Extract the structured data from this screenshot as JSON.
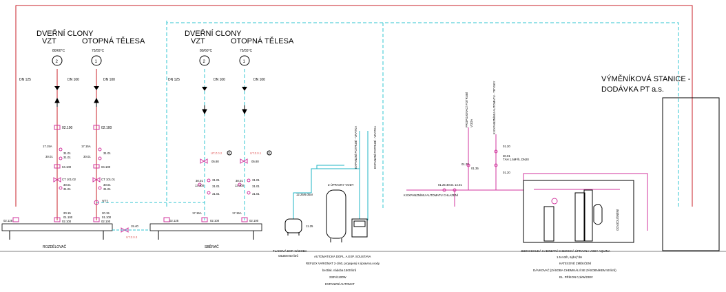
{
  "colors": {
    "supply_red": "#c8202a",
    "return_cyan": "#2fc4d2",
    "supply_cyan": "#1fb6c6",
    "valve_pink": "#d0339c",
    "equipment": "#000000"
  },
  "left_group": {
    "label_curtains": "DVEŘNÍ CLONY",
    "label_vzt": "VZT",
    "label_radiators": "OTOPNÁ TĚLESA",
    "temp_a": "80/60°C",
    "temp_b": "75/55°C",
    "circuit_a": "2",
    "circuit_b": "1",
    "dn_main": "DN 125",
    "dn_a": "DN 100",
    "dn_b": "DN 100",
    "pump_a": "02.100",
    "pump_b": "02.100",
    "tag_a1": "17.15A",
    "tag_a2": "30.01",
    "tag_a3": "31.01",
    "tag_a4": "31.01",
    "tag_a5": "04.100",
    "tag_a6": "CT 101.02",
    "tag_a7": "30.01",
    "tag_a8": "31.01",
    "tag_b1": "17.15A",
    "tag_b2": "30.01",
    "tag_b3": "31.01",
    "tag_b4": "04.100",
    "tag_b5": "CT 101.01",
    "tag_b6": "30.01",
    "tag_b7": "31.01",
    "vt1": "VT1",
    "bot_a1": "20.15",
    "bot_a2": "01.100",
    "bot_a3": "02.100",
    "bot_b1": "20.15",
    "bot_b2": "01.100",
    "bot_b3": "02.100",
    "dist_tag": "02.125",
    "distributor": "ROZDĚLOVAČ"
  },
  "right_group": {
    "label_curtains": "DVEŘNÍ CLONY",
    "label_vzt": "VZT",
    "label_radiators": "OTOPNÁ TĚLESA",
    "temp_a": "80/60°C",
    "temp_b": "75/55°C",
    "circuit_a": "2",
    "circuit_b": "1",
    "dn_main": "DN 125",
    "dn_a": "DN 100",
    "dn_b": "DN 100",
    "ut_a": "UT.Z.0.2",
    "ut_b": "UT.Z.0.1",
    "mark": "0",
    "valve_a": "05.80",
    "valve_b": "05.80",
    "tag_a1": "30.01",
    "tag_a2": "31.01",
    "tag_a3": "13.100",
    "tag_a4": "31.01",
    "tag_a5": "31.01",
    "tag_b1": "30.01",
    "tag_b2": "31.01",
    "tag_b3": "13.100",
    "tag_b4": "31.01",
    "tag_b5": "31.01",
    "bot_a1": "17.15A",
    "bot_a2": "02.125",
    "bot_a3": "02.100",
    "bot_b1": "17.15A",
    "bot_b2": "02.100",
    "collector": "SBĚRAČ"
  },
  "link": {
    "valve": "15.40",
    "ut": "UT.Z.0.3"
  },
  "expansion": {
    "pressure_label": "12.25/6.0bar",
    "tag": "11.25",
    "note_from_treatment": "Z ÚPRAVNY VODY",
    "return_a": "EXPANZNÍ POTRUBÍ - VRATKA",
    "return_b": "EXPANZNÍ POTRUBÍ - VRATKA",
    "vessel_title": "TLAKOVÁ EXP. NÁDOBA",
    "vessel_volume": "OBJEM 50 litrů",
    "auto_title": "AUTOMATICKÁ DOPL. A EXP. SOUSTAVA",
    "auto_model": "REFLEX VARIOMAT 2-1/60, propojený s úpravnou vody",
    "auto_tank": "beztlak. nádoba 1500 litrů",
    "auto_power": "230V/1100W",
    "auto_name": "EXPANZNÍ AUTOMAT"
  },
  "treatment": {
    "tag_pre": "01.25",
    "tag_a": "30.01",
    "tag_b": "14.01",
    "tag_c": "01.35",
    "tag_right_a": "01.20",
    "tag_right_b": "30.01",
    "tag_right_c": "01.20",
    "tag_flow": "TÁH 1.5M³/h, DN20",
    "tag_vert": "01.35",
    "vert_label_1": "PROPOJOVACÍ POTRUBÍ",
    "vert_label_2": "K EXPANZNÍMU AUTOMATU",
    "vert_label_3": "K EXPANZNÍMU AUTOMATU - TRYSKY",
    "vert_label_4": "VODA",
    "cooling": "K EXPANZNÍMU AUTOMATU CHLAZENÍ",
    "drain": "ODVZDUŠNĚNÍ",
    "unit_title": "JEDNOSOUDÁ KABINETNÍ CHEMICKÁ ÚPRAVNA VODY AQUINA",
    "unit_flow": "1.5 m3/h, 6(dH)°dH",
    "unit_ex": "KATEXOVÉ ZMĚKČENÍ",
    "unit_doser": "DÁVKOVAČ (ZÁSOBA CHEMIKÁLIÍ SE ZÁSOBNÍKEM 50 litrů)",
    "unit_power": "EL. PŘÍKON 0,1kW/230V"
  },
  "station": {
    "title_1": "VÝMĚNÍKOVÁ STANICE -",
    "title_2": "DODÁVKA PT a.s."
  }
}
